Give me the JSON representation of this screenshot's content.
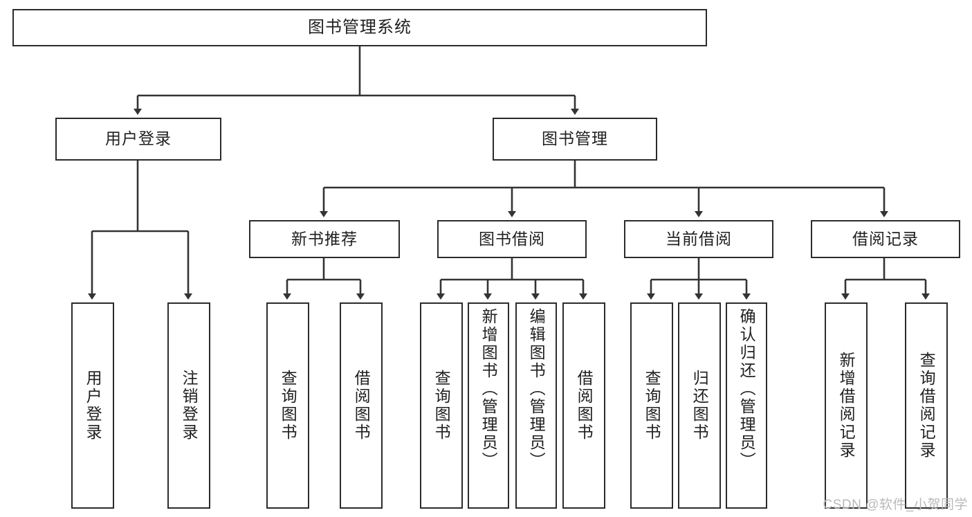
{
  "diagram": {
    "title": "图书管理系统",
    "type": "hierarchy-tree",
    "root": {
      "label": "图书管理系统",
      "children": [
        {
          "label": "用户登录",
          "children": [
            {
              "label": "用户登录"
            },
            {
              "label": "注销登录"
            }
          ]
        },
        {
          "label": "图书管理",
          "children": [
            {
              "label": "新书推荐",
              "children": [
                {
                  "label": "查询图书"
                },
                {
                  "label": "借阅图书"
                }
              ]
            },
            {
              "label": "图书借阅",
              "children": [
                {
                  "label": "查询图书"
                },
                {
                  "label": "新增图书（管理员）"
                },
                {
                  "label": "编辑图书（管理员）"
                },
                {
                  "label": "借阅图书"
                }
              ]
            },
            {
              "label": "当前借阅",
              "children": [
                {
                  "label": "查询图书"
                },
                {
                  "label": "归还图书"
                },
                {
                  "label": "确认归还（管理员）"
                }
              ]
            },
            {
              "label": "借阅记录",
              "children": [
                {
                  "label": "新增借阅记录"
                },
                {
                  "label": "查询借阅记录"
                }
              ]
            }
          ]
        }
      ]
    },
    "nodes": {
      "root": "图书管理系统",
      "user_login": "用户登录",
      "book_manage": "图书管理",
      "new_book_rec": "新书推荐",
      "book_borrow": "图书借阅",
      "current_borrow": "当前借阅",
      "borrow_record": "借阅记录",
      "leaf_user_login": "用户登录",
      "leaf_logout": "注销登录",
      "leaf_rec_query": "查询图书",
      "leaf_rec_borrow": "借阅图书",
      "leaf_borrow_query": "查询图书",
      "leaf_borrow_add": "新增图书（管理员）",
      "leaf_borrow_edit": "编辑图书（管理员）",
      "leaf_borrow_borrow": "借阅图书",
      "leaf_cur_query": "查询图书",
      "leaf_cur_return": "归还图书",
      "leaf_cur_confirm": "确认归还（管理员）",
      "leaf_rec_add": "新增借阅记录",
      "leaf_rec_search": "查询借阅记录"
    },
    "colors": {
      "border": "#2b2b2b",
      "text": "#1f1f1f",
      "background": "#ffffff",
      "connector": "#333333",
      "watermark": "#b9b9b9"
    }
  },
  "watermark": {
    "text": "CSDN @软件_小贺同学"
  }
}
